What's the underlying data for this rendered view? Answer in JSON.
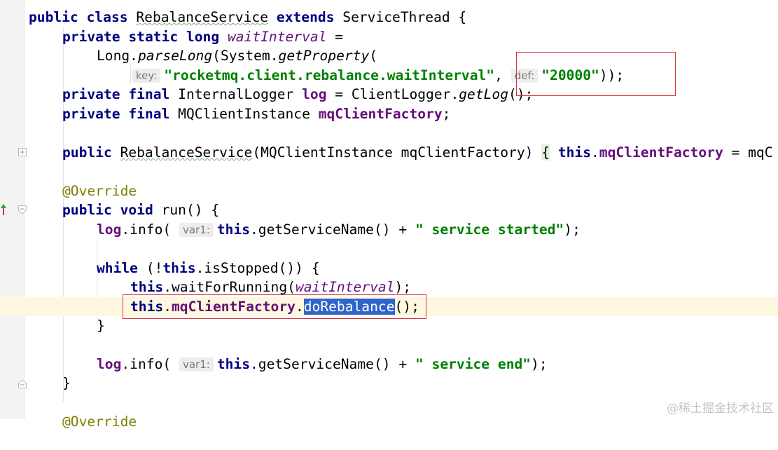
{
  "editor": {
    "lines": {
      "l1": {
        "kw1": "public class ",
        "cls": "RebalanceService",
        "sp": " ",
        "kw2": "extends",
        "rest": " ServiceThread {"
      },
      "l2": {
        "kw": "private static long ",
        "fld": "waitInterval",
        "rest": " ="
      },
      "l3": {
        "a": "Long.",
        "m": "parseLong",
        "b": "(System.",
        "m2": "getProperty",
        "c": "("
      },
      "l4": {
        "hint_key": "key:",
        "str1": "\"rocketmq.client.rebalance.waitInterval\"",
        "comma": ", ",
        "hint_def": "def:",
        "str2": "\"20000\"",
        "end": "));"
      },
      "l5": {
        "kw": "private final ",
        "a": "InternalLogger ",
        "fld": "log",
        "b": " = ClientLogger.",
        "m": "getLog",
        "c": "();"
      },
      "l6": {
        "kw": "private final ",
        "a": "MQClientInstance ",
        "fld": "mqClientFactory",
        "c": ";"
      },
      "l8": {
        "kw": "public ",
        "a": "RebalanceService",
        "b": "(MQClientInstance mqClientFactory) ",
        "brace": "{",
        "c": " ",
        "kw2": "this",
        "d": ".",
        "fld": "mqClientFactory",
        "e": " = mqC"
      },
      "l10": {
        "ann": "@Override"
      },
      "l11": {
        "kw": "public void ",
        "a": "run() {"
      },
      "l12": {
        "fld": "log",
        "a": ".info( ",
        "hint": "var1:",
        "kw": "this",
        "b": ".getServiceName() + ",
        "str": "\" service started\"",
        "c": ");"
      },
      "l14": {
        "kw": "while",
        "a": " (!",
        "kw2": "this",
        "b": ".isStopped()) {"
      },
      "l15": {
        "kw": "this",
        "a": ".waitForRunning(",
        "fld": "waitInterval",
        "b": ");"
      },
      "l16": {
        "kw": "this",
        "a": ".",
        "fld": "mqClientFactory",
        "b": ".",
        "sel": "doRebalance",
        "c": "();"
      },
      "l17": {
        "a": "}"
      },
      "l19": {
        "fld": "log",
        "a": ".info( ",
        "hint": "var1:",
        "kw": "this",
        "b": ".getServiceName() + ",
        "str": "\" service end\"",
        "c": ");"
      },
      "l20": {
        "a": "}"
      },
      "l22": {
        "ann": "@Override"
      }
    }
  },
  "gutter_icons": {
    "fold": "fold-marker-icon",
    "override": "override-method-icon",
    "bulb": "lightbulb-icon"
  },
  "colors": {
    "keyword": "#000080",
    "field": "#660e7a",
    "string": "#008000",
    "annotation": "#808000",
    "selection": "#2f65ca",
    "highlight_box": "#d9323a",
    "current_line": "#fdf8df"
  },
  "watermark": "@稀土掘金技术社区"
}
